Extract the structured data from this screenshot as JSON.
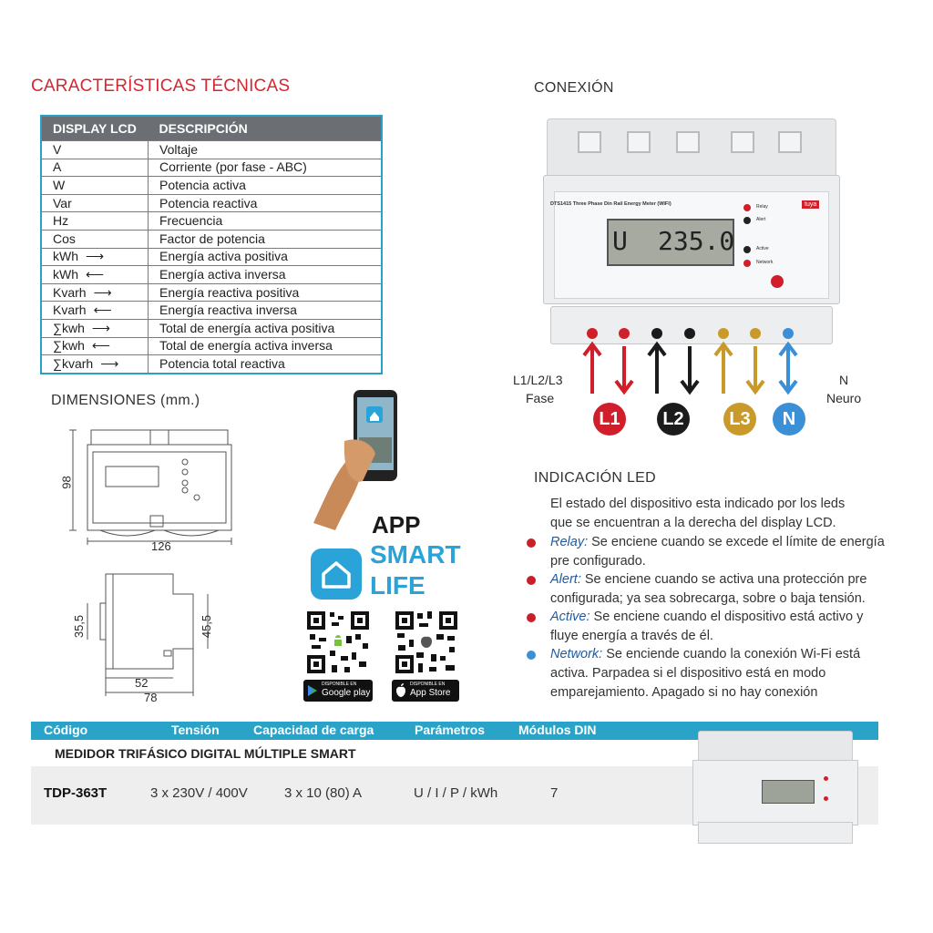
{
  "headings": {
    "caracteristicas": "CARACTERÍSTICAS TÉCNICAS",
    "conexion": "CONEXIÓN",
    "dimensiones": "DIMENSIONES (mm.)",
    "indicacion_led": "INDICACIÓN LED"
  },
  "lcd_table": {
    "headers": [
      "DISPLAY LCD",
      "DESCRIPCIÓN"
    ],
    "rows": [
      {
        "code": "V",
        "arrow": "",
        "desc": "Voltaje"
      },
      {
        "code": "A",
        "arrow": "",
        "desc": "Corriente (por fase - ABC)"
      },
      {
        "code": "W",
        "arrow": "",
        "desc": "Potencia activa"
      },
      {
        "code": "Var",
        "arrow": "",
        "desc": "Potencia reactiva"
      },
      {
        "code": "Hz",
        "arrow": "",
        "desc": "Frecuencia"
      },
      {
        "code": "Cos",
        "arrow": "",
        "desc": "Factor de potencia"
      },
      {
        "code": "kWh",
        "arrow": "⟶",
        "desc": "Energía activa positiva"
      },
      {
        "code": "kWh",
        "arrow": "⟵",
        "desc": "Energía activa inversa"
      },
      {
        "code": "Kvarh",
        "arrow": "⟶",
        "desc": "Energía reactiva positiva"
      },
      {
        "code": "Kvarh",
        "arrow": "⟵",
        "desc": "Energía reactiva inversa"
      },
      {
        "code": "∑kwh",
        "arrow": "⟶",
        "desc": "Total de energía activa positiva"
      },
      {
        "code": "∑kwh",
        "arrow": "⟵",
        "desc": "Total de energía activa inversa"
      },
      {
        "code": "∑kvarh",
        "arrow": "⟶",
        "desc": "Potencia total reactiva"
      }
    ]
  },
  "dimensions": {
    "front_height": "98",
    "front_width": "126",
    "side_height_left": "35,5",
    "side_height_right": "45,5",
    "side_width_inner": "52",
    "side_width_outer": "78"
  },
  "app": {
    "line1": "APP",
    "line2": "SMART",
    "line3": "LIFE",
    "google_small": "DISPONIBLE EN",
    "google_big": "Google play",
    "apple_small": "DISPONIBLE EN",
    "apple_big": "App Store"
  },
  "meter": {
    "title": "DTS1415 Three Phase Din Rail Energy Meter (WIFI)",
    "display_left": "U",
    "display_right": "235.0",
    "led_labels": [
      "Relay",
      "Alert",
      "Active",
      "Network"
    ],
    "brand": "tuya"
  },
  "connection": {
    "left_label_1": "L1/L2/L3",
    "left_label_2": "Fase",
    "right_label_1": "N",
    "right_label_2": "Neuro",
    "terminals": [
      "L1",
      "L2",
      "L3",
      "N"
    ],
    "colors": {
      "L1": "#d01f2b",
      "L2": "#1b1b1b",
      "L3": "#c99a2a",
      "N": "#3a8fd6"
    }
  },
  "led": {
    "intro_1": "El estado del dispositivo esta indicado por los leds",
    "intro_2": "que se encuentran a la derecha del display LCD.",
    "items": [
      {
        "label": "Relay:",
        "line1": "Se enciene cuando se excede el límite de energía",
        "line2": "pre configurado.",
        "color": "#c8202b"
      },
      {
        "label": "Alert:",
        "line1": "Se enciene cuando se activa una protección pre",
        "line2": "configurada; ya sea sobrecarga, sobre o baja tensión.",
        "color": "#c8202b"
      },
      {
        "label": "Active:",
        "line1": "Se enciene cuando el dispositivo está activo y",
        "line2": "fluye energía a través de él.",
        "color": "#c8202b"
      },
      {
        "label": "Network:",
        "line1": "Se enciende cuando la conexión Wi-Fi está",
        "line2": "activa. Parpadea si el dispositivo está en modo",
        "line3": "emparejamiento. Apagado si no hay conexión",
        "color": "#3a8fd6"
      }
    ]
  },
  "product": {
    "headers": [
      "Código",
      "Tensión",
      "Capacidad de carga",
      "Parámetros",
      "Módulos DIN"
    ],
    "section_title": "MEDIDOR TRIFÁSICO DIGITAL MÚLTIPLE SMART",
    "row": {
      "code": "TDP-363T",
      "voltage": "3 x 230V / 400V",
      "capacity": "3 x 10 (80) A",
      "params": "U / I / P / kWh",
      "modules": "7"
    }
  }
}
